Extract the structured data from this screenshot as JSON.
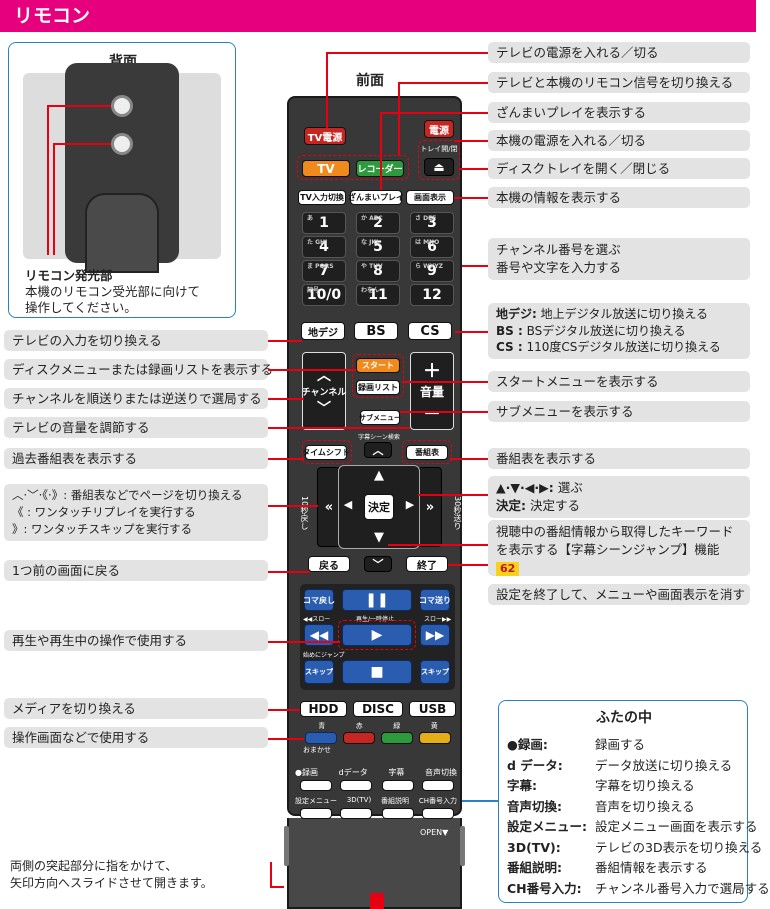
{
  "header": {
    "title": "リモコン"
  },
  "back_panel": {
    "title": "背面",
    "emitter_title": "リモコン発光部",
    "emitter_desc1": "本機のリモコン受光部に向けて",
    "emitter_desc2": "操作してください。"
  },
  "front_title": "前面",
  "buttons": {
    "tv_power": "TV電源",
    "tv": "TV",
    "recorder": "レコーダー",
    "power": "電源",
    "tray": "トレイ開/閉",
    "tray_icon": "⏏",
    "tv_input": "TV入力切換",
    "zanmai": "ざんまいプレイ",
    "display": "画面表示",
    "numbers": [
      "1",
      "2",
      "3",
      "4",
      "5",
      "6",
      "7",
      "8",
      "9",
      "10/0",
      "11",
      "12"
    ],
    "num_sub": [
      "あ",
      "か ABC",
      "さ DEF",
      "た GHI",
      "な JKL",
      "は MNO",
      "ま PQRS",
      "や TUV",
      "ら WXYZ",
      "記号",
      "わをん",
      ""
    ],
    "terrestrial": "地デジ",
    "bs": "BS",
    "cs": "CS",
    "start": "スタート",
    "rec_list": "録画リスト",
    "channel": "チャンネル",
    "volume": "音量",
    "submenu": "サブメニュー",
    "caption_jump": "字幕シーン検索",
    "timeshift": "タイムシフト",
    "guide": "番組表",
    "enter": "決定",
    "skip_back": "10秒戻し",
    "skip_fwd": "30秒送り",
    "back": "戻る",
    "end": "終了",
    "slow_back": "コマ戻し",
    "slow_fwd": "コマ送り",
    "slow_l": "◀◀スロー",
    "slow_r": "スロー▶▶",
    "play_pause": "再生/一時停止",
    "jump_start": "始めにジャンプ",
    "skip_l": "スキップ",
    "skip_r": "スキップ",
    "hdd": "HDD",
    "disc": "DISC",
    "usb": "USB",
    "blue": "青",
    "red": "赤",
    "green": "緑",
    "yellow": "黄",
    "omakase": "おまかせ",
    "rec": "●録画",
    "data": "dデータ",
    "subtitle": "字幕",
    "audio": "音声切換",
    "setting_menu": "設定メニュー",
    "3d": "3D(TV)",
    "prog_info": "番組説明",
    "ch_input": "CH番号入力",
    "open": "OPEN▼"
  },
  "callouts_right": [
    "テレビの電源を入れる／切る",
    "テレビと本機のリモコン信号を切り換える",
    "ざんまいプレイを表示する",
    "本機の電源を入れる／切る",
    "ディスクトレイを開く／閉じる",
    "本機の情報を表示する"
  ],
  "channel_callout": {
    "line1": "チャンネル番号を選ぶ",
    "line2": "番号や文字を入力する"
  },
  "broadcast_callout": {
    "t1": "地デジ:",
    "d1": "地上デジタル放送に切り換える",
    "t2": "BS :",
    "d2": "BSデジタル放送に切り換える",
    "t3": "CS :",
    "d3": "110度CSデジタル放送に切り換える"
  },
  "callouts_right2": [
    "スタートメニューを表示する",
    "サブメニューを表示する",
    "番組表を表示する"
  ],
  "select_callout": {
    "t1": "▲·▼·◀·▶:",
    "d1": "選ぶ",
    "t2": "決定:",
    "d2": "決定する"
  },
  "keyword_callout": {
    "line1": "視聴中の番組情報から取得したキーワード",
    "line2": "を表示する【字幕シーンジャンプ】機能",
    "page": "62"
  },
  "end_callout": "設定を終了して、メニューや画面表示を消す",
  "callouts_left": [
    "テレビの入力を切り換える",
    "ディスクメニューまたは録画リストを表示する",
    "チャンネルを順送りまたは逆送りで選局する",
    "テレビの音量を調節する",
    "過去番組表を表示する"
  ],
  "page_callout": {
    "l1": "︿·﹀·《·》: 番組表などでページを切り換える",
    "l2": "《 : ワンタッチリプレイを実行する",
    "l3": "》: ワンタッチスキップを実行する"
  },
  "callouts_left2": [
    "1つ前の画面に戻る",
    "再生や再生中の操作で使用する",
    "メディアを切り換える",
    "操作画面などで使用する"
  ],
  "lid": {
    "title": "ふたの中",
    "rows": [
      {
        "k": "●録画:",
        "v": "録画する"
      },
      {
        "k": "d データ:",
        "v": "データ放送に切り換える"
      },
      {
        "k": "字幕:",
        "v": "字幕を切り換える"
      },
      {
        "k": "音声切換:",
        "v": "音声を切り換える"
      },
      {
        "k": "設定メニュー:",
        "v": "設定メニュー画面を表示する"
      },
      {
        "k": "3D(TV):",
        "v": "テレビの3D表示を切り換える"
      },
      {
        "k": "番組説明:",
        "v": "番組情報を表示する"
      },
      {
        "k": "CH番号入力:",
        "v": "チャンネル番号入力で選局する"
      }
    ]
  },
  "slide_note": {
    "l1": "両側の突起部分に指をかけて、",
    "l2": "矢印方向へスライドさせて開きます。"
  },
  "colors": {
    "accent": "#e6007e",
    "callout_bg": "#e3e3e3",
    "frame": "#2a82c6",
    "marker": "#e60012"
  }
}
